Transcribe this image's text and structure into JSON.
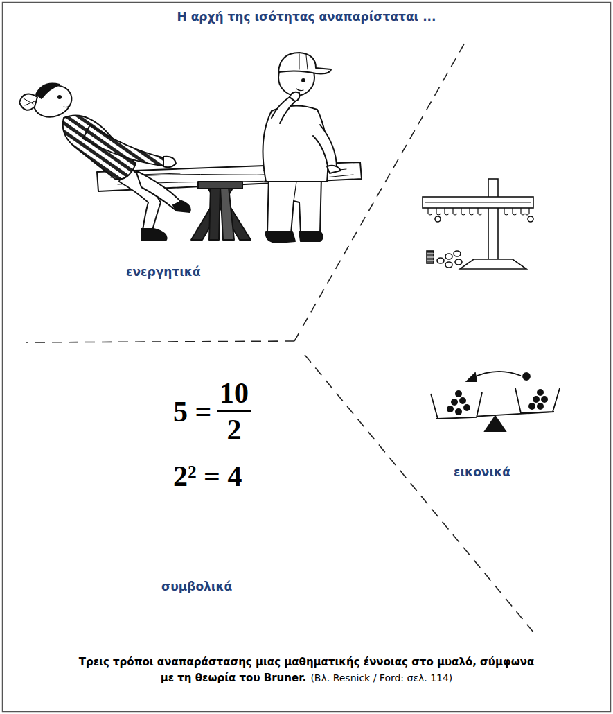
{
  "diagram": {
    "title": "Η αρχή της ισότητας αναπαρίσταται ...",
    "caption": "Τρεις τρόποι αναπαράστασης μιας μαθηματικής έννοιας στο μυαλό, σύμφωνα με τη θεωρία του Bruner.",
    "labels": [
      "ενεργητικά",
      "εικονικά",
      "συμβολικά",
      "5 =",
      "10",
      "2",
      "2² = 4",
      "(Βλ. Resnick / Ford: σελ. 114)"
    ]
  }
}
